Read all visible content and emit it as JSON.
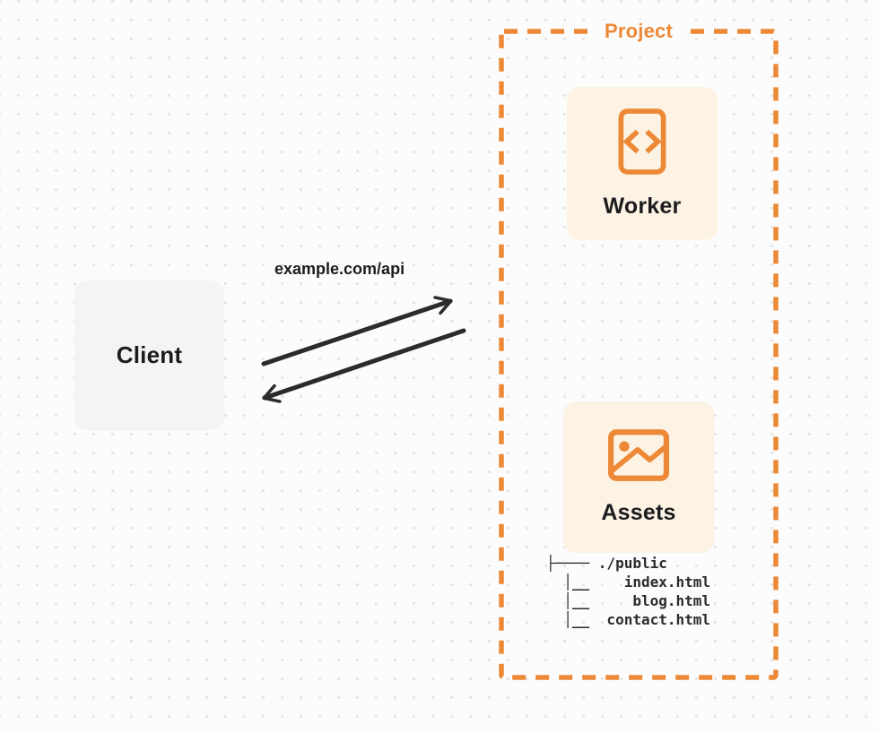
{
  "diagram": {
    "client": {
      "label": "Client"
    },
    "request_label": "example.com/api",
    "project": {
      "label": "Project",
      "worker": {
        "label": "Worker",
        "icon": "code-icon"
      },
      "assets": {
        "label": "Assets",
        "icon": "image-icon"
      },
      "file_tree": {
        "root": "./public",
        "files": [
          "index.html",
          "blog.html",
          "contact.html"
        ],
        "lines": [
          "├──── ./public",
          "  │__    index.html",
          "  │__     blog.html",
          "  │__  contact.html"
        ]
      }
    },
    "colors": {
      "accent_orange": "#ED8936",
      "card_cream": "#FCF3E4",
      "client_gray": "#F4F4F5",
      "ink": "#1C1C1E",
      "arrow": "#2B2B2B",
      "page_bg": "#FCFCFC",
      "dot_grid": "#E4E4E4"
    }
  }
}
